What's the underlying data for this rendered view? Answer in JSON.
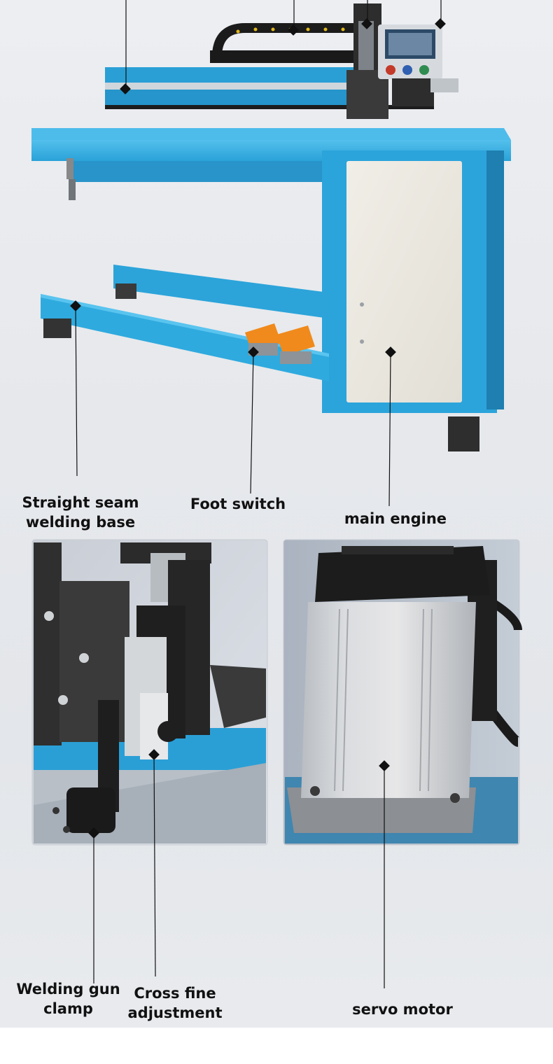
{
  "labels": {
    "welding_base": "Straight seam\nwelding base",
    "foot_switch": "Foot switch",
    "main_engine": "main engine",
    "gun_clamp": "Welding gun\nclamp",
    "cross_adjust": "Cross fine\nadjustment",
    "servo_motor": "servo motor"
  },
  "colors": {
    "frame_blue": "#2fa9de",
    "panel_beige": "#ece9e1",
    "pedal_orange": "#f08a1c",
    "leader_line": "#111111"
  }
}
